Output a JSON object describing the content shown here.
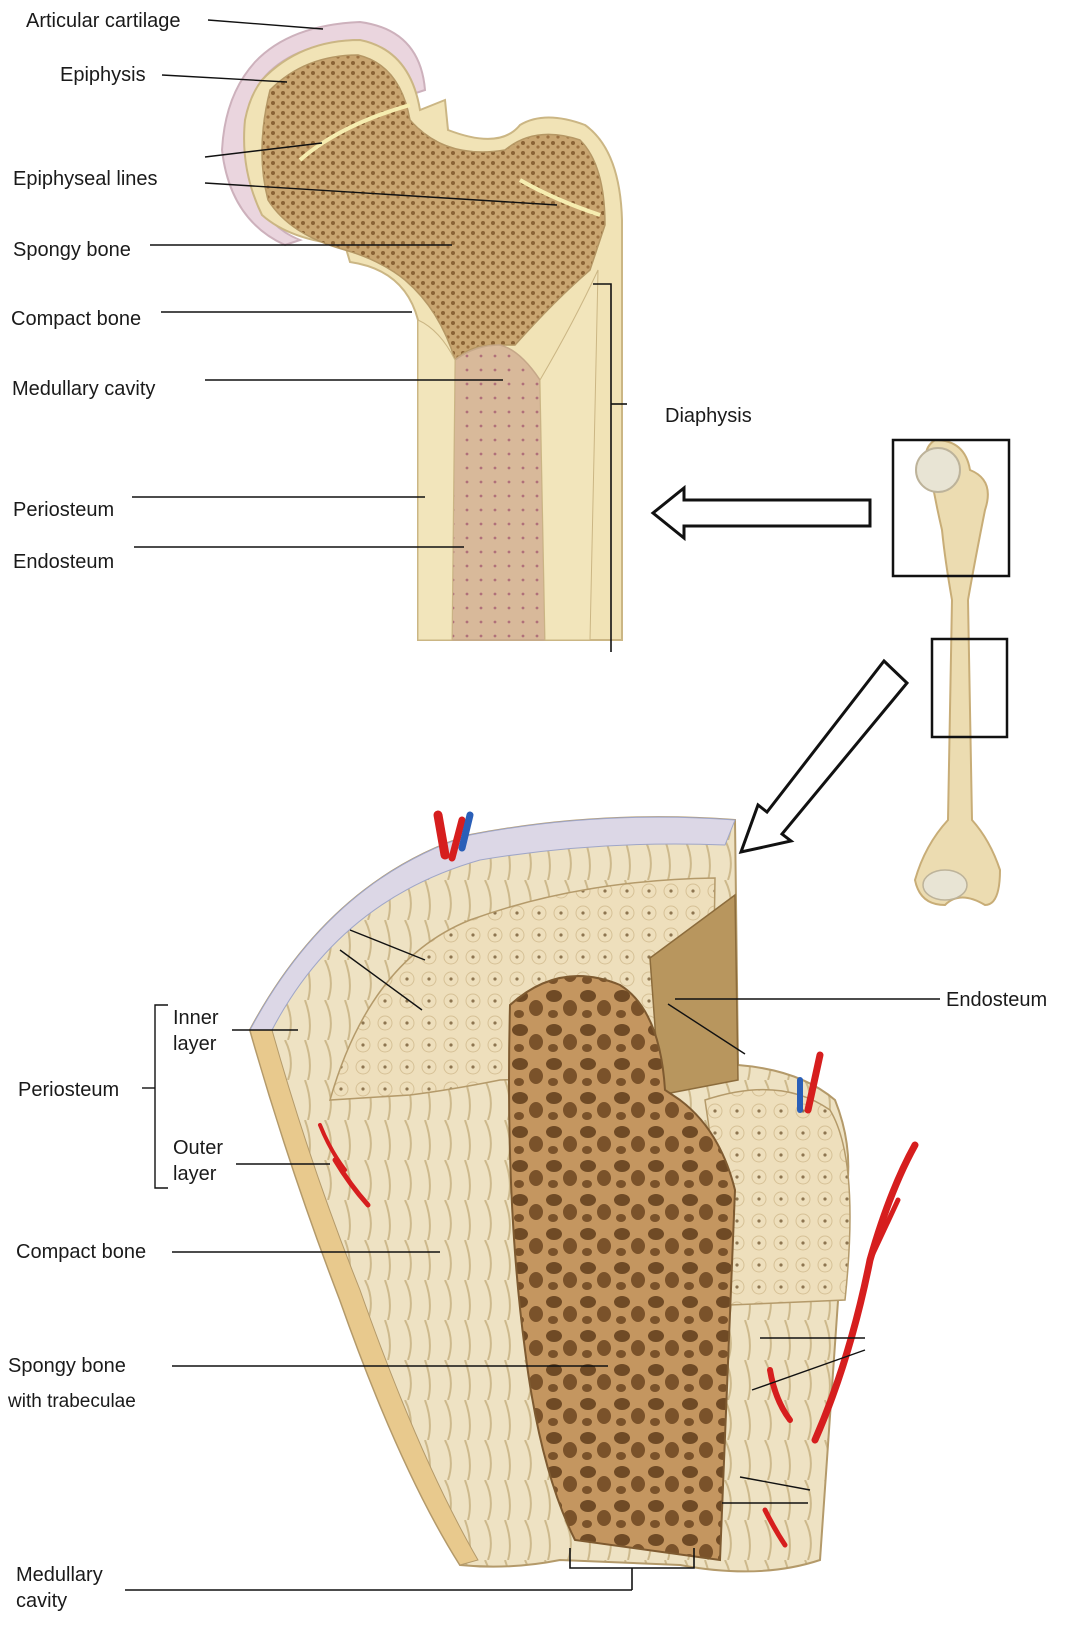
{
  "upper_diagram": {
    "labels": {
      "articular_cartilage": "Articular cartilage",
      "epiphysis": "Epiphysis",
      "epiphyseal_lines": "Epiphyseal lines",
      "spongy_bone": "Spongy bone",
      "compact_bone": "Compact bone",
      "medullary_cavity": "Medullary cavity",
      "periosteum": "Periosteum",
      "endosteum": "Endosteum",
      "diaphysis": "Diaphysis"
    }
  },
  "lower_diagram": {
    "labels": {
      "endosteum": "Endosteum",
      "inner_layer_line1": "Inner",
      "inner_layer_line2": "layer",
      "periosteum": "Periosteum",
      "outer_layer_line1": "Outer",
      "outer_layer_line2": "layer",
      "compact_bone": "Compact bone",
      "spongy_bone_line1": "Spongy bone",
      "spongy_bone_line2": "with trabeculae",
      "medullary_line1": "Medullary",
      "medullary_line2": "cavity"
    }
  },
  "colors": {
    "bone": "#eadbb5",
    "spongy": "#b48f5c",
    "cartilage": "#e9d3dc",
    "artery": "#d61e1e",
    "vein": "#2a5fb8",
    "line": "#111111"
  }
}
